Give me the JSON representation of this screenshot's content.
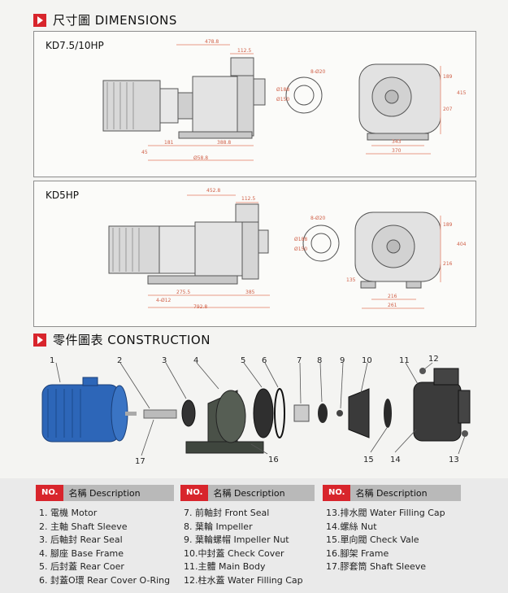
{
  "dimensions_section": {
    "title": "尺寸圖 DIMENSIONS"
  },
  "drawings": [
    {
      "model": "KD7.5/10HP",
      "dims": {
        "total_length": "478.8",
        "outlet_offset": "112.5",
        "flange_bolts": "8-Ø20",
        "flange_d1": "Ø188",
        "flange_d2": "Ø150",
        "base_a": "181",
        "base_b": "388.8",
        "base_edge": "45",
        "base_total": "Ø58.8",
        "height_top": "189",
        "height_mid": "207",
        "height_total": "415",
        "width_a": "343",
        "width_b": "370"
      }
    },
    {
      "model": "KD5HP",
      "dims": {
        "total_length": "452.8",
        "outlet_offset": "112.5",
        "flange_bolts": "8-Ø20",
        "flange_d1": "Ø188",
        "flange_d2": "Ø150",
        "base_a": "275.5",
        "base_b": "385",
        "base_holes": "4-Ø12",
        "base_total": "792.8",
        "height_top": "189",
        "height_mid": "216",
        "height_total": "404",
        "width_a": "216",
        "width_b": "261",
        "side_height": "135"
      }
    }
  ],
  "construction_section": {
    "title": "零件圖表 CONSTRUCTION"
  },
  "part_numbers": [
    "1",
    "2",
    "3",
    "4",
    "5",
    "6",
    "7",
    "8",
    "9",
    "10",
    "11",
    "12",
    "13",
    "14",
    "15",
    "16",
    "17"
  ],
  "legend": {
    "no_label": "NO.",
    "desc_label": "名稱 Description",
    "columns": [
      [
        "1. 電機 Motor",
        "2. 主軸 Shaft Sleeve",
        "3. 后軸封 Rear Seal",
        "4. 腳座 Base Frame",
        "5. 后封蓋 Rear Coer",
        "6. 封蓋O環 Rear Cover O-Ring"
      ],
      [
        "7. 前軸封 Front Seal",
        "8. 葉輪 Impeller",
        "9. 葉輪螺帽 Impeller Nut",
        "10.中封蓋 Check Cover",
        "11.主體 Main Body",
        "12.柱水蓋 Water Filling Cap"
      ],
      [
        "13.排水閥 Water Filling Cap",
        "14.螺絲 Nut",
        "15.單向閥 Check Vale",
        "16.腳架 Frame",
        "17.膠套筒 Shaft Sleeve"
      ]
    ]
  },
  "colors": {
    "accent": "#d8252c",
    "motor_blue": "#2d66b8",
    "dimension": "#d06048"
  }
}
